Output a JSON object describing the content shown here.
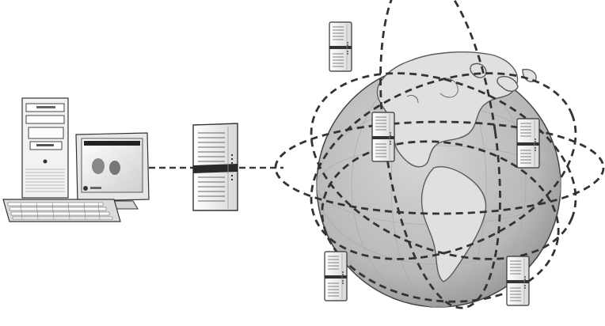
{
  "diagram": {
    "nodes": [
      {
        "id": "workstation",
        "kind": "desktop-computer",
        "icon": "desktop-computer-icon"
      },
      {
        "id": "gateway",
        "kind": "server",
        "icon": "server-tower-icon"
      },
      {
        "id": "internet",
        "kind": "globe",
        "icon": "globe-icon"
      },
      {
        "id": "remote-1",
        "kind": "server",
        "icon": "server-tower-icon"
      },
      {
        "id": "remote-2",
        "kind": "server",
        "icon": "server-tower-icon"
      },
      {
        "id": "remote-3",
        "kind": "server",
        "icon": "server-tower-icon"
      },
      {
        "id": "remote-4",
        "kind": "server",
        "icon": "server-tower-icon"
      },
      {
        "id": "remote-5",
        "kind": "server",
        "icon": "server-tower-icon"
      }
    ],
    "links": [
      {
        "from": "workstation",
        "to": "gateway",
        "style": "dashed"
      },
      {
        "from": "gateway",
        "to": "internet",
        "style": "dashed"
      }
    ],
    "colors": {
      "line": "#3a3a3a",
      "globe": "#bdbdbd",
      "land": "#e2e2e2",
      "device": "#f4f4f4",
      "background": "#ffffff"
    }
  }
}
